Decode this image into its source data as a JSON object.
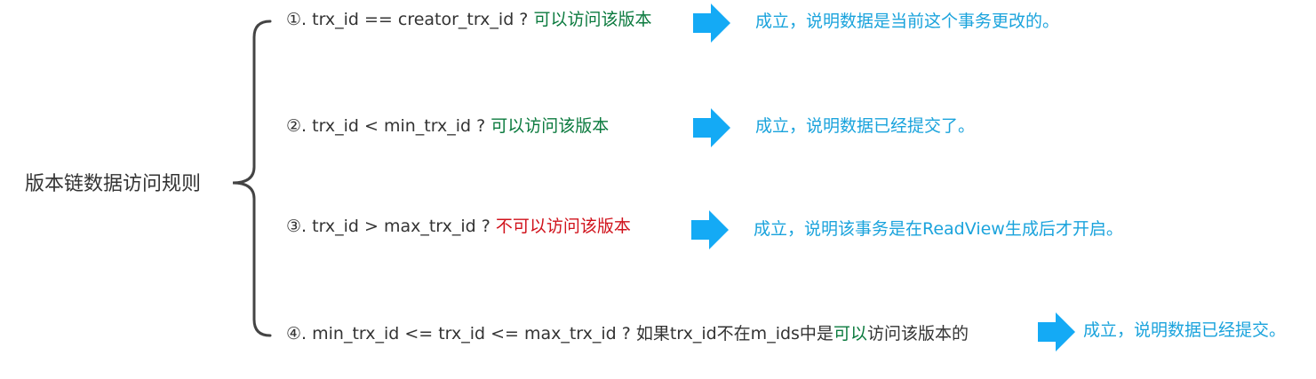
{
  "colors": {
    "text": "#333333",
    "green": "#0b7a3e",
    "red": "#d0121b",
    "result": "#1aa3dc",
    "arrow": "#14aaf5"
  },
  "root": {
    "label": "版本链数据访问规则"
  },
  "rules": [
    {
      "number": "①.",
      "condition": " trx_id  == creator_trx_id ? ",
      "verdict": "可以访问该版本",
      "verdict_color": "green",
      "result": "成立，说明数据是当前这个事务更改的。",
      "arrow_icon": "right-arrow-icon"
    },
    {
      "number": "②.",
      "condition": " trx_id < min_trx_id ? ",
      "verdict": "可以访问该版本",
      "verdict_color": "green",
      "result": "成立，说明数据已经提交了。",
      "arrow_icon": "right-arrow-icon"
    },
    {
      "number": "③.",
      "condition": " trx_id > max_trx_id ?  ",
      "verdict": "不可以访问该版本",
      "verdict_color": "red",
      "result": "成立，说明该事务是在ReadView生成后才开启。",
      "arrow_icon": "right-arrow-icon"
    },
    {
      "number": "④.",
      "condition": " min_trx_id <= trx_id <= max_trx_id ?  如果trx_id不在m_ids中是",
      "verdict": "可以",
      "verdict_color": "green",
      "suffix": "访问该版本的",
      "result": "成立，说明数据已经提交。",
      "arrow_icon": "right-arrow-icon"
    }
  ]
}
